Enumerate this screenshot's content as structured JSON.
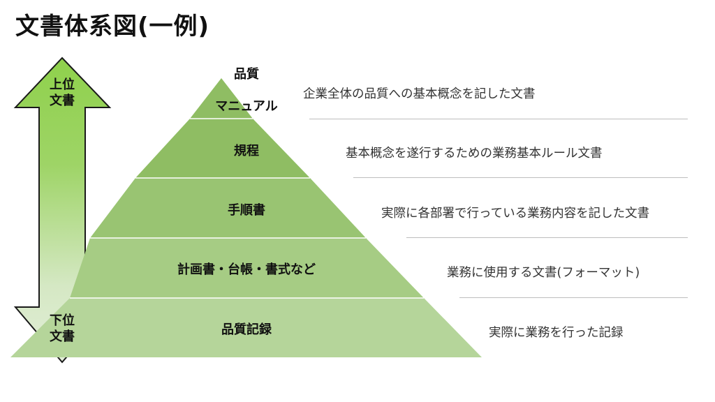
{
  "title": "文書体系図(一例)",
  "arrow": {
    "top_label": [
      "上位",
      "文書"
    ],
    "bottom_label": [
      "下位",
      "文書"
    ]
  },
  "tiers": [
    {
      "label_line1": "品質",
      "label_line2": "マニュアル",
      "description": "企業全体の品質への基本概念を記した文書"
    },
    {
      "label": "規程",
      "description": "基本概念を遂行するための業務基本ルール文書"
    },
    {
      "label": "手順書",
      "description": "実際に各部署で行っている業務内容を記した文書"
    },
    {
      "label": "計画書・台帳・書式など",
      "description": "業務に使用する文書(フォーマット)"
    },
    {
      "label": "品質記録",
      "description": "実際に業務を行った記録"
    }
  ],
  "colors": {
    "tier_fills": [
      "#8fbd63",
      "#8fbd63",
      "#99c472",
      "#a6cc84",
      "#b5d59a"
    ],
    "arrow_top": "#8fd14c",
    "arrow_bottom": "#dcead0",
    "separator": "#bdbdbd"
  }
}
